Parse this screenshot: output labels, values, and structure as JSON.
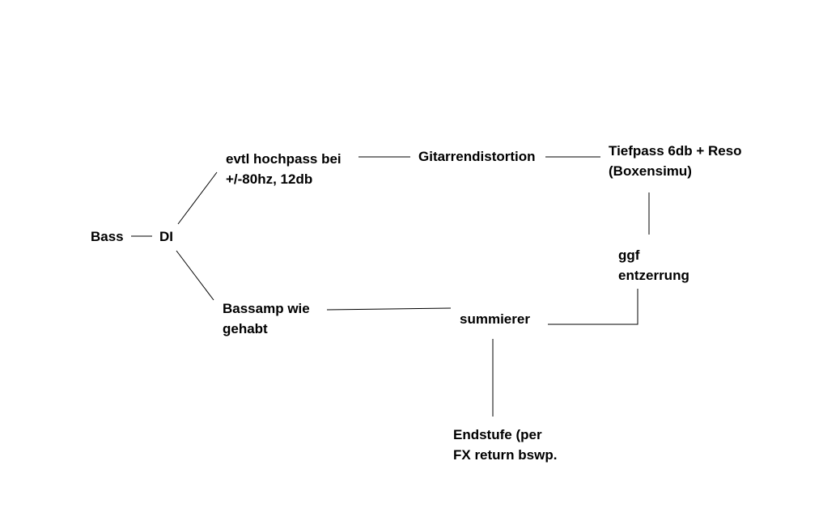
{
  "colors": {
    "background": "#ffffff",
    "ink": "#000000"
  },
  "nodes": {
    "bass": "Bass",
    "di": "DI",
    "hochpass": {
      "line1": "evtl hochpass bei",
      "line2": "+/-80hz, 12db"
    },
    "gitarrendistortion": "Gitarrendistortion",
    "tiefpass": {
      "line1": "Tiefpass 6db + Reso",
      "line2": "(Boxensimu)"
    },
    "ggf": {
      "line1": "ggf",
      "line2": "entzerrung"
    },
    "bassamp": {
      "line1": "Bassamp wie",
      "line2": "gehabt"
    },
    "summierer": "summierer",
    "endstufe": {
      "line1": "Endstufe (per",
      "line2": "FX return bswp."
    }
  }
}
